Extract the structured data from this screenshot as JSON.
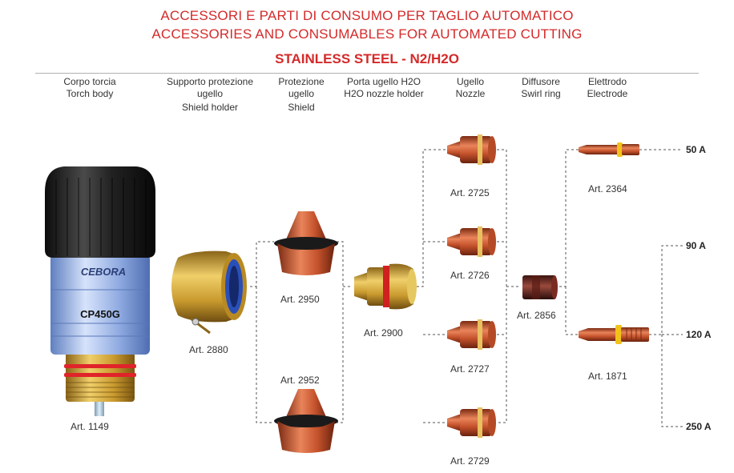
{
  "title_it": "ACCESSORI E PARTI DI CONSUMO PER TAGLIO AUTOMATICO",
  "title_en": "ACCESSORIES AND CONSUMABLES FOR AUTOMATED CUTTING",
  "subtitle": "STAINLESS STEEL - N2/H2O",
  "columns": [
    {
      "it": "Corpo torcia",
      "en": "Torch body"
    },
    {
      "it": "Supporto protezione ugello",
      "en": "Shield holder"
    },
    {
      "it": "Protezione ugello",
      "en": "Shield"
    },
    {
      "it": "Porta ugello H2O",
      "en": "H2O nozzle holder"
    },
    {
      "it": "Ugello",
      "en": "Nozzle"
    },
    {
      "it": "Diffusore",
      "en": "Swirl ring"
    },
    {
      "it": "Elettrodo",
      "en": "Electrode"
    }
  ],
  "torch_brand": "CEBORA",
  "torch_model": "CP450G",
  "parts": {
    "torch_body": "Art. 1149",
    "shield_holder": "Art. 2880",
    "shield_a": "Art. 2950",
    "shield_b": "Art. 2952",
    "nozzle_holder": "Art. 2900",
    "nozzle_1": "Art. 2725",
    "nozzle_2": "Art. 2726",
    "nozzle_3": "Art. 2727",
    "nozzle_4": "Art. 2729",
    "swirl_ring": "Art. 2856",
    "electrode_1": "Art. 2364",
    "electrode_2": "Art. 1871"
  },
  "amperages": [
    "50 A",
    "90 A",
    "120 A",
    "250 A"
  ],
  "colors": {
    "title_red": "#d42a2a",
    "copper": "#c4522c",
    "brass": "#c99a2e",
    "torch_blue": "#8ea9e0",
    "torch_black": "#1e1e1e"
  }
}
